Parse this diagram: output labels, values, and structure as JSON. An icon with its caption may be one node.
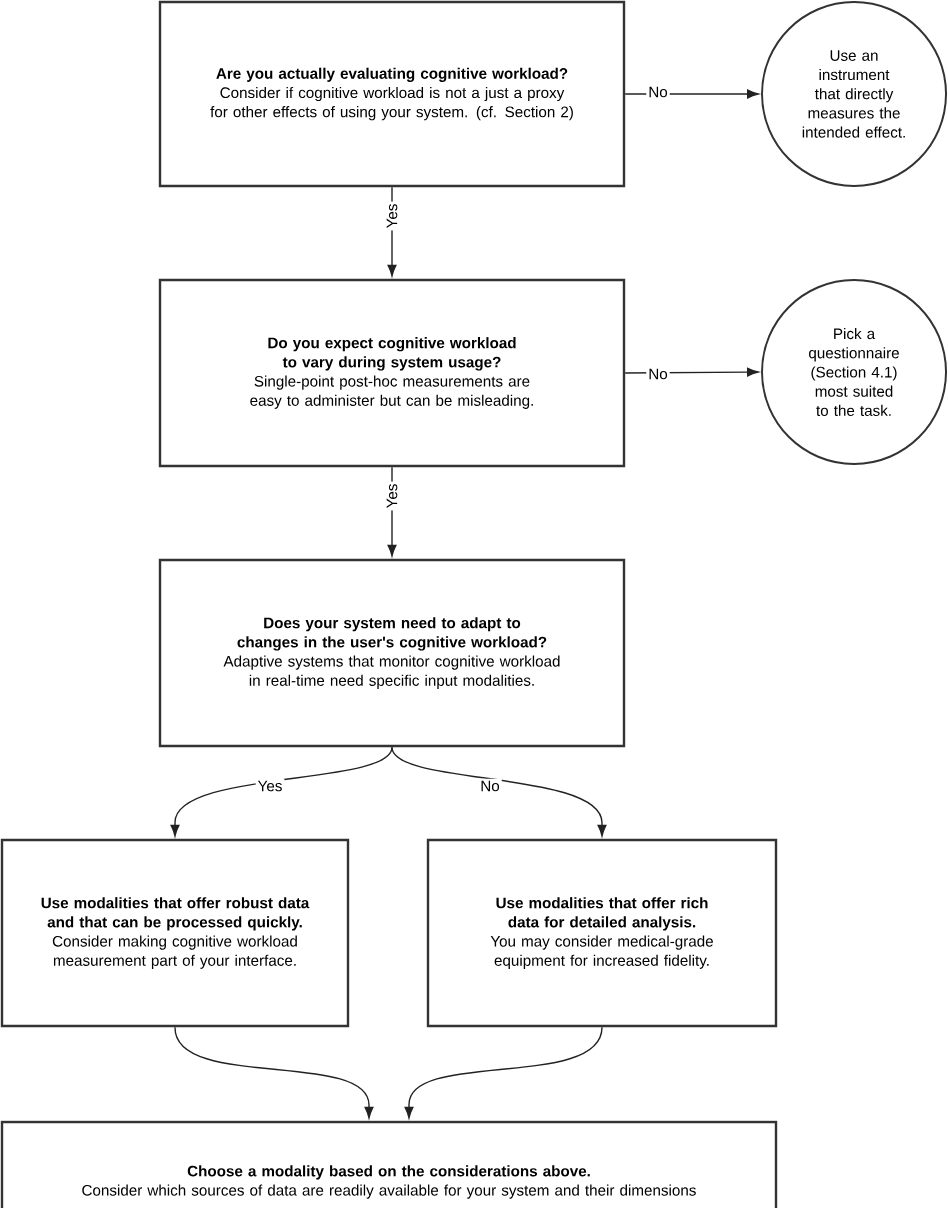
{
  "diagram": {
    "nodes": [
      {
        "text": [
          "Are you actually evaluating cognitive workload?",
          "Consider if cognitive workload is not a just a proxy for other effects of using your system. (cf. Section 2)"
        ]
      },
      {
        "text": [
          "Use an instrument that directly measures the intended effect."
        ]
      },
      {
        "text": [
          "Do you expect cognitive workload to vary during system usage?",
          "Single-point post-hoc measurements are easy to administer but can be misleading."
        ]
      },
      {
        "text": [
          "Pick a questionnaire (Section 4.1) most suited to the task."
        ]
      },
      {
        "text": [
          "Does your system need to adapt to changes in the user's cognitive workload?",
          "Adaptive systems that monitor cognitive workload in real-time need specific input modalities."
        ]
      },
      {
        "text": [
          "Use modalities that offer robust data and that can be processed quickly.",
          "Consider making cognitive workload measurement part of your interface."
        ]
      },
      {
        "text": [
          "Use modalities that offer rich data for detailed analysis.",
          "You may consider medical-grade equipment for increased fidelity."
        ]
      },
      {
        "text": [
          "Choose a modality based on the considerations above.",
          "Consider which sources of data are readily available for your system and their dimensions"
        ]
      }
    ],
    "edges": [
      {
        "from": 0,
        "to": 1,
        "arrow": "to",
        "label": "No"
      },
      {
        "from": 0,
        "to": 2,
        "arrow": "to",
        "label": "Yes"
      },
      {
        "from": 2,
        "to": 3,
        "arrow": "to",
        "label": "No"
      },
      {
        "from": 2,
        "to": 4,
        "arrow": "to",
        "label": "Yes"
      },
      {
        "from": 4,
        "to": 5,
        "arrow": "to",
        "label": "Yes"
      },
      {
        "from": 4,
        "to": 6,
        "arrow": "to",
        "label": "No"
      },
      {
        "from": 5,
        "to": 7,
        "arrow": "to"
      },
      {
        "from": 6,
        "to": 7,
        "arrow": "to"
      }
    ]
  }
}
